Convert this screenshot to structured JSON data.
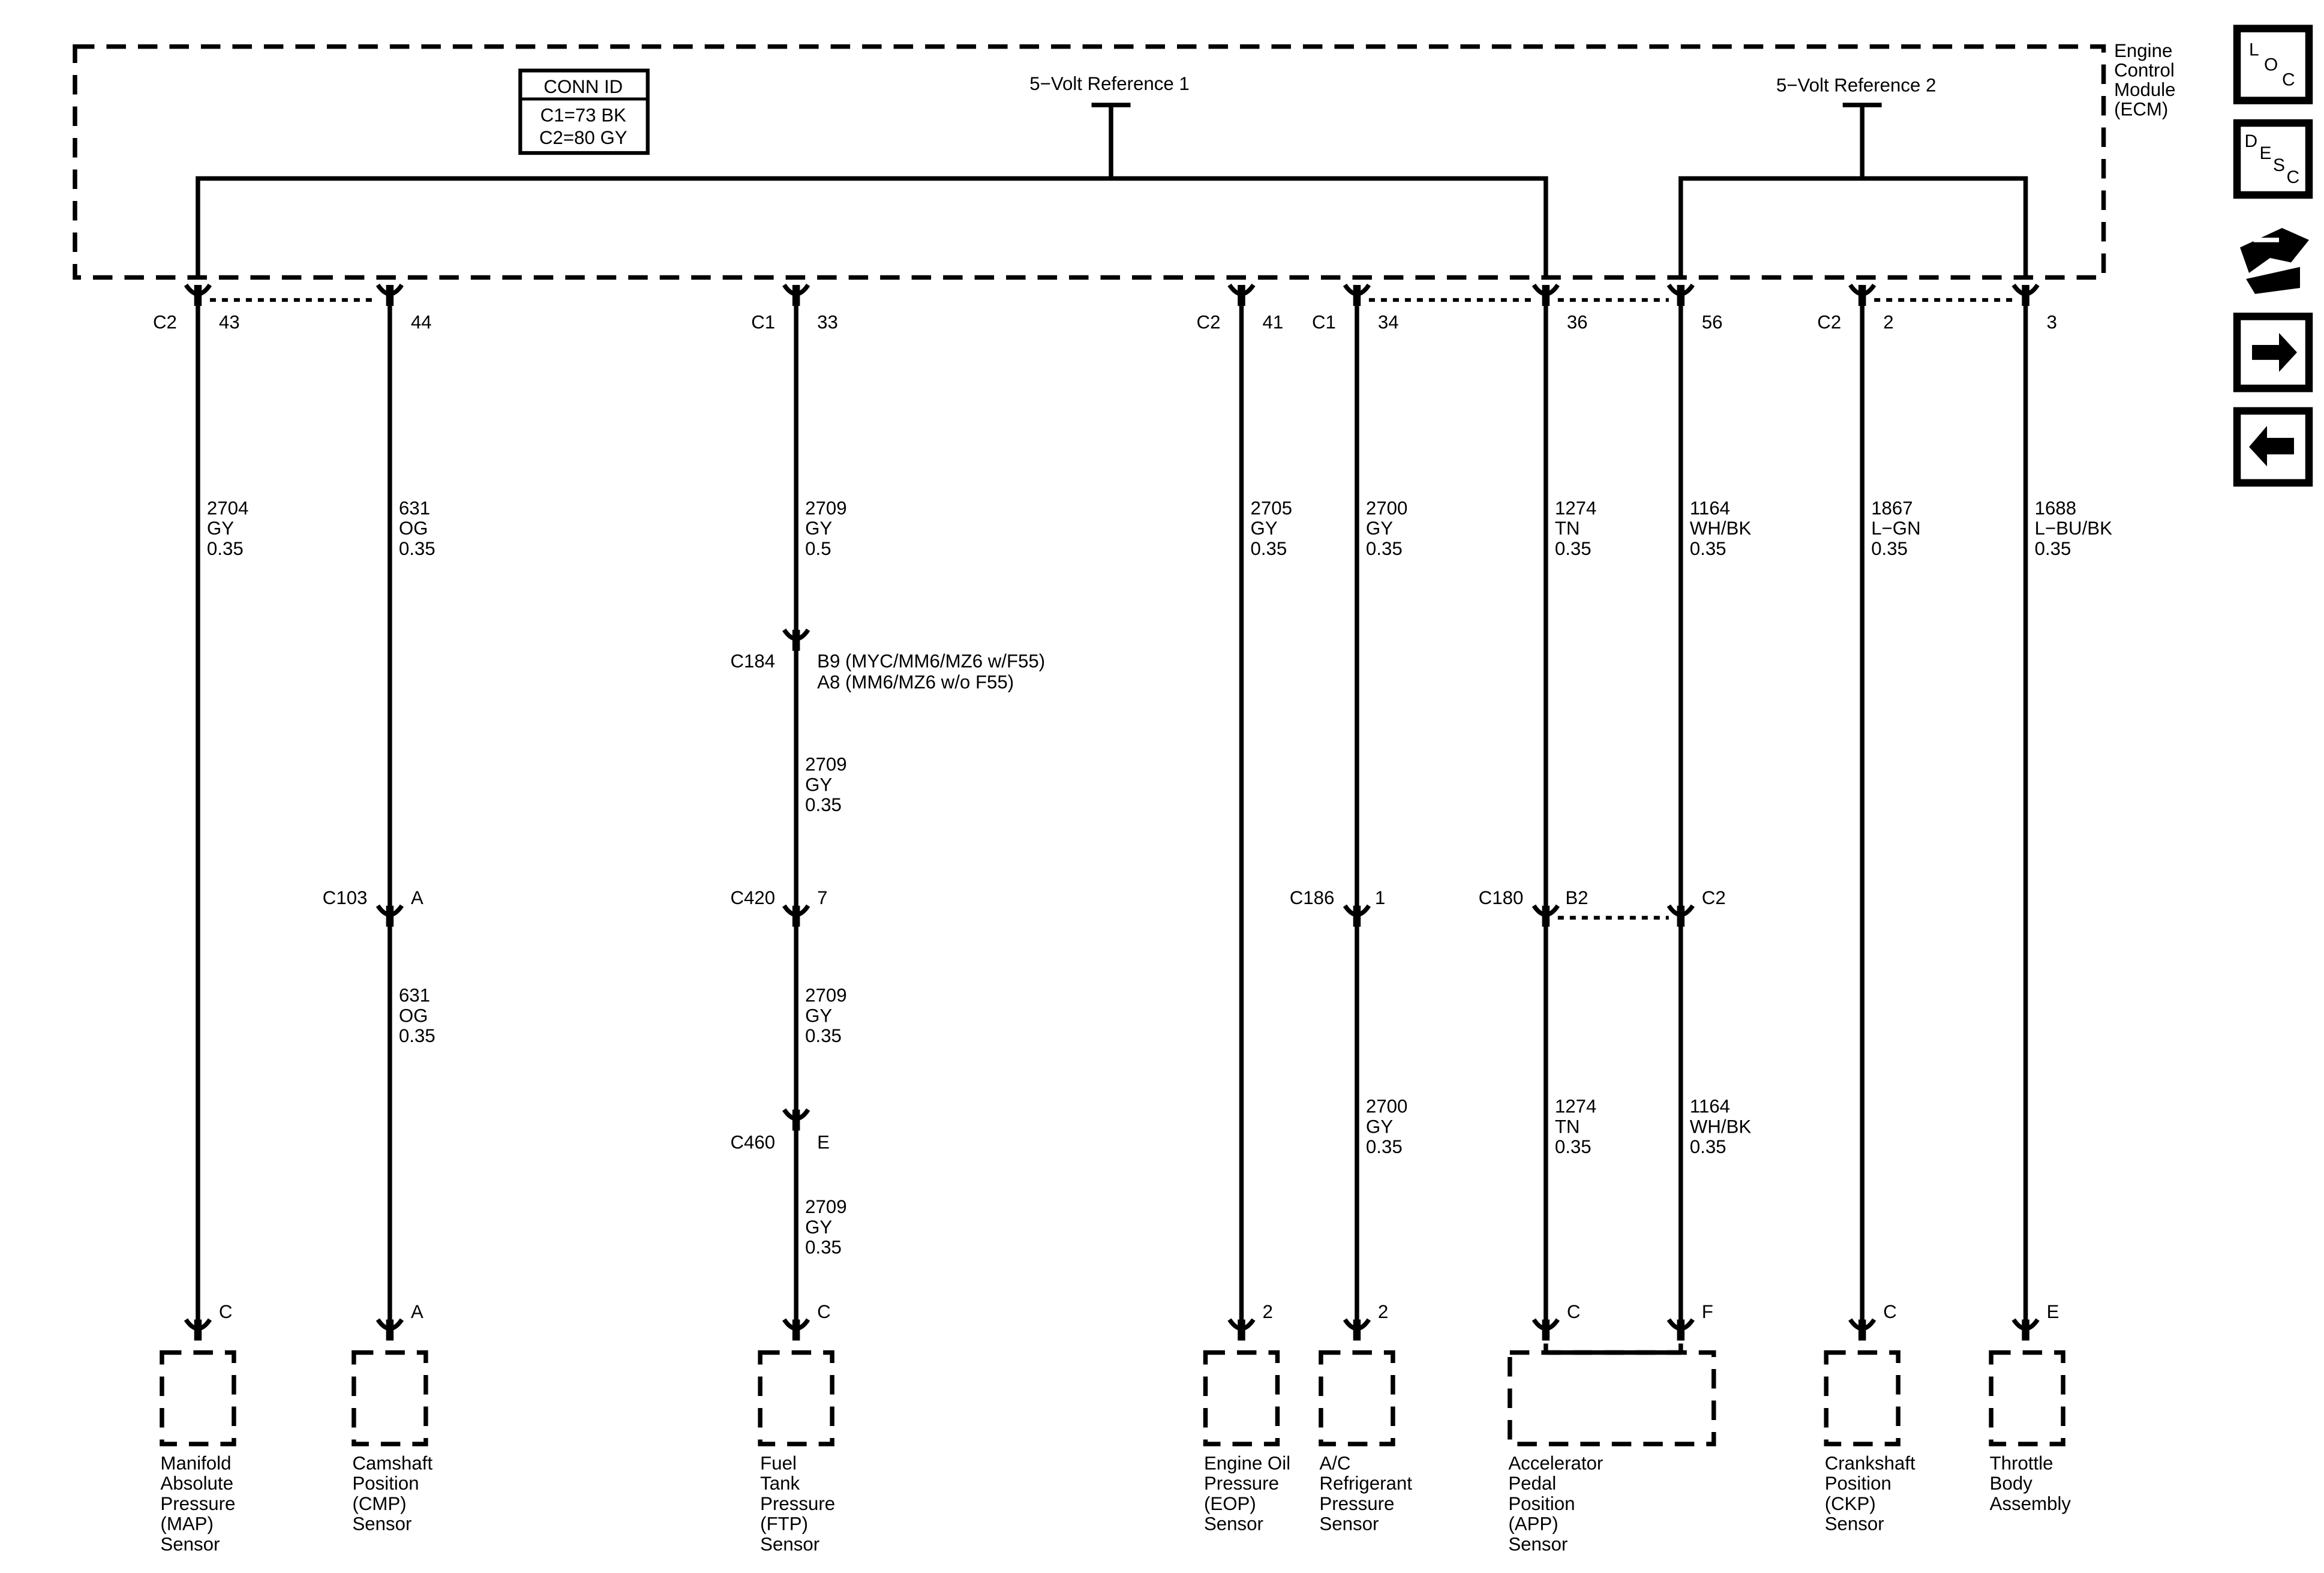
{
  "ecm": {
    "title_lines": [
      "Engine",
      "Control",
      "Module",
      "(ECM)"
    ]
  },
  "conn_id": {
    "header": "CONN ID",
    "lines": [
      "C1=73 BK",
      "C2=80 GY"
    ]
  },
  "references": {
    "ref1": "5−Volt Reference 1",
    "ref2": "5−Volt Reference 2"
  },
  "circuits": [
    {
      "id": "map",
      "ecm_conn": "C2",
      "ecm_pin": "43",
      "w1": [
        "2704",
        "GY",
        "0.35"
      ],
      "end_pin": "C",
      "component": [
        "Manifold",
        "Absolute",
        "Pressure",
        "(MAP)",
        "Sensor"
      ]
    },
    {
      "id": "cmp",
      "ecm_conn": "",
      "ecm_pin": "44",
      "w1": [
        "631",
        "OG",
        "0.35"
      ],
      "inline": [
        {
          "conn": "C103",
          "pin": "A"
        }
      ],
      "w2": [
        "631",
        "OG",
        "0.35"
      ],
      "end_pin": "A",
      "component": [
        "Camshaft",
        "Position",
        "(CMP)",
        "Sensor"
      ]
    },
    {
      "id": "ftp",
      "ecm_conn": "C1",
      "ecm_pin": "33",
      "w1": [
        "2709",
        "GY",
        "0.5"
      ],
      "inline": [
        {
          "conn": "C184",
          "pin": "B9 (MYC/MM6/MZ6 w/F55)",
          "pin2": "A8 (MM6/MZ6 w/o F55)"
        },
        {
          "conn": "C420",
          "pin": "7"
        },
        {
          "conn": "C460",
          "pin": "E"
        }
      ],
      "w2": [
        "2709",
        "GY",
        "0.35"
      ],
      "w3": [
        "2709",
        "GY",
        "0.35"
      ],
      "w4": [
        "2709",
        "GY",
        "0.35"
      ],
      "end_pin": "C",
      "component": [
        "Fuel",
        "Tank",
        "Pressure",
        "(FTP)",
        "Sensor"
      ]
    },
    {
      "id": "eop",
      "ecm_conn": "C2",
      "ecm_pin": "41",
      "w1": [
        "2705",
        "GY",
        "0.35"
      ],
      "end_pin": "2",
      "component": [
        "Engine Oil",
        "Pressure",
        "(EOP)",
        "Sensor"
      ]
    },
    {
      "id": "acr",
      "ecm_conn": "C1",
      "ecm_pin": "34",
      "w1": [
        "2700",
        "GY",
        "0.35"
      ],
      "inline": [
        {
          "conn": "C186",
          "pin": "1"
        }
      ],
      "w2": [
        "2700",
        "GY",
        "0.35"
      ],
      "end_pin": "2",
      "component": [
        "A/C",
        "Refrigerant",
        "Pressure",
        "Sensor"
      ]
    },
    {
      "id": "app1",
      "ecm_conn": "",
      "ecm_pin": "36",
      "w1": [
        "1274",
        "TN",
        "0.35"
      ],
      "inline": [
        {
          "conn": "C180",
          "pin": "B2"
        }
      ],
      "w2": [
        "1274",
        "TN",
        "0.35"
      ],
      "end_pin": "C",
      "component": [
        "Accelerator",
        "Pedal",
        "Position",
        "(APP)",
        "Sensor"
      ]
    },
    {
      "id": "app2",
      "ecm_conn": "",
      "ecm_pin": "56",
      "w1": [
        "1164",
        "WH/BK",
        "0.35"
      ],
      "inline": [
        {
          "conn": "",
          "pin": "C2"
        }
      ],
      "w2": [
        "1164",
        "WH/BK",
        "0.35"
      ],
      "end_pin": "F"
    },
    {
      "id": "ckp",
      "ecm_conn": "C2",
      "ecm_pin": "2",
      "w1": [
        "1867",
        "L−GN",
        "0.35"
      ],
      "end_pin": "C",
      "component": [
        "Crankshaft",
        "Position",
        "(CKP)",
        "Sensor"
      ]
    },
    {
      "id": "tb",
      "ecm_conn": "",
      "ecm_pin": "3",
      "w1": [
        "1688",
        "L−BU/BK",
        "0.35"
      ],
      "end_pin": "E",
      "component": [
        "Throttle",
        "Body",
        "Assembly"
      ]
    }
  ],
  "nav": {
    "loc": {
      "letters": [
        "L",
        "O",
        "C"
      ]
    },
    "desc": {
      "letters": [
        "D",
        "E",
        "S",
        "C"
      ]
    },
    "schematic_icon": "connector-wrench-icon",
    "next_icon": "arrow-right-icon",
    "prev_icon": "arrow-left-icon"
  }
}
